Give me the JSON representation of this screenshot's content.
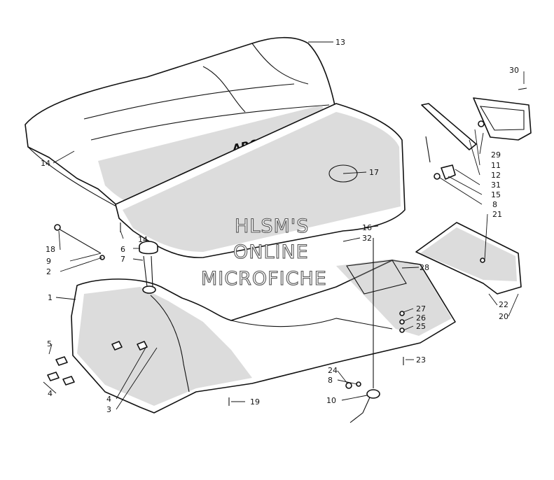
{
  "diagram": {
    "brand_text": "ARCTIC CAT",
    "watermark": [
      "HLSM'S",
      "ONLINE",
      "MICROFICHE"
    ],
    "callouts": [
      {
        "id": "c13a",
        "text": "13"
      },
      {
        "id": "c30",
        "text": "30"
      },
      {
        "id": "c14a",
        "text": "14"
      },
      {
        "id": "c17",
        "text": "17"
      },
      {
        "id": "c29",
        "text": "29"
      },
      {
        "id": "c11",
        "text": "11"
      },
      {
        "id": "c12",
        "text": "12"
      },
      {
        "id": "c31",
        "text": "31"
      },
      {
        "id": "c15",
        "text": "15"
      },
      {
        "id": "c8a",
        "text": "8"
      },
      {
        "id": "c21",
        "text": "21"
      },
      {
        "id": "c14b",
        "text": "14"
      },
      {
        "id": "c16",
        "text": "16"
      },
      {
        "id": "c32",
        "text": "32"
      },
      {
        "id": "c18",
        "text": "18"
      },
      {
        "id": "c6",
        "text": "6"
      },
      {
        "id": "c7",
        "text": "7"
      },
      {
        "id": "c9",
        "text": "9"
      },
      {
        "id": "c2",
        "text": "2"
      },
      {
        "id": "c28",
        "text": "28"
      },
      {
        "id": "c1",
        "text": "1"
      },
      {
        "id": "c22",
        "text": "22"
      },
      {
        "id": "c20",
        "text": "20"
      },
      {
        "id": "c27",
        "text": "27"
      },
      {
        "id": "c26",
        "text": "26"
      },
      {
        "id": "c25",
        "text": "25"
      },
      {
        "id": "c5",
        "text": "5"
      },
      {
        "id": "c23",
        "text": "23"
      },
      {
        "id": "c24",
        "text": "24"
      },
      {
        "id": "c8b",
        "text": "8"
      },
      {
        "id": "c4a",
        "text": "4"
      },
      {
        "id": "c4b",
        "text": "4"
      },
      {
        "id": "c3",
        "text": "3"
      },
      {
        "id": "c10",
        "text": "10"
      },
      {
        "id": "c19",
        "text": "19"
      }
    ]
  }
}
